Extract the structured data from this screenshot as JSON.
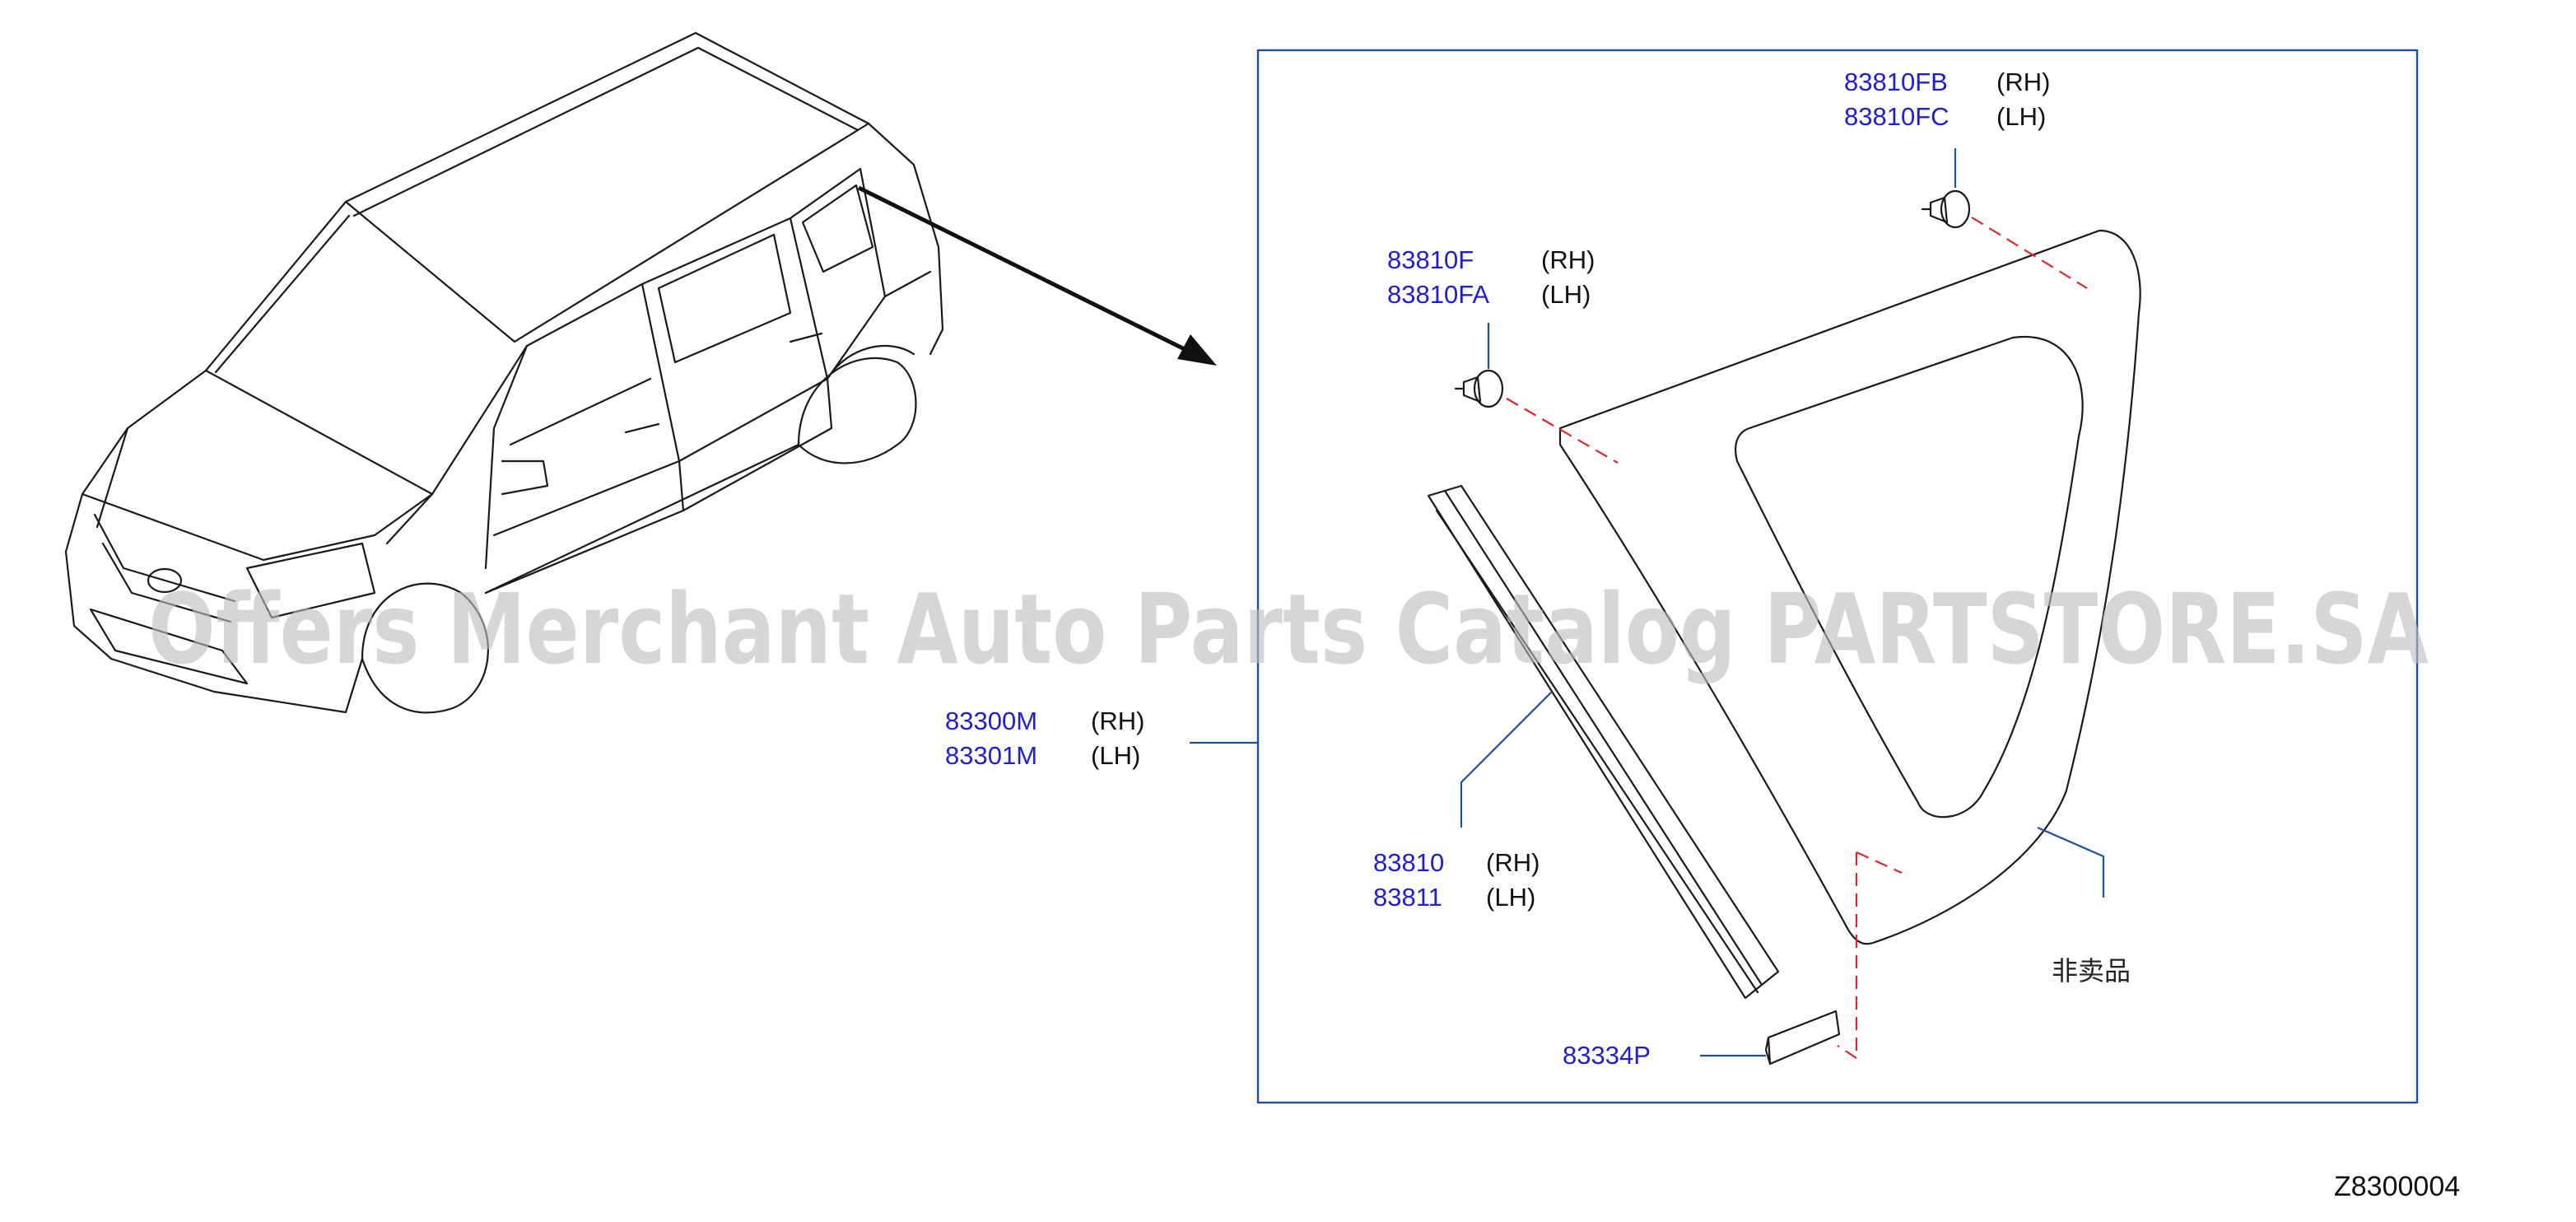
{
  "parts": [
    {
      "id": "p1",
      "rh": "83810FB",
      "lh": "83810FC",
      "rh_side": "(RH)",
      "lh_side": "(LH)"
    },
    {
      "id": "p2",
      "rh": "83810F",
      "lh": "83810FA",
      "rh_side": "(RH)",
      "lh_side": "(LH)"
    },
    {
      "id": "p3",
      "rh": "83300M",
      "lh": "83301M",
      "rh_side": "(RH)",
      "lh_side": "(LH)"
    },
    {
      "id": "p4",
      "rh": "83810",
      "lh": "83811",
      "rh_side": "(RH)",
      "lh_side": "(LH)"
    },
    {
      "id": "p5",
      "single": "83334P"
    }
  ],
  "note": "非卖品",
  "diagram_code": "Z8300004",
  "watermark": "Offers Merchant Auto Parts Catalog PARTSTORE.SA",
  "colors": {
    "part_number": "#1f1fcf",
    "leader": "#1f4fa0",
    "hidden_line": "#e0262a",
    "line": "#1a1a1a"
  }
}
